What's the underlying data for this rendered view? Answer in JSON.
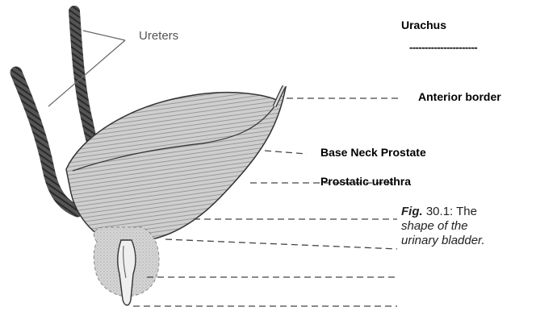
{
  "labels": {
    "ureters": "Ureters",
    "urachus": "Urachus",
    "urachus_dashes": "----------------------",
    "anterior_border": "Anterior border",
    "base_neck_prostate": "Base Neck Prostate",
    "prostatic_urethra": "Prostatic urethra"
  },
  "caption": {
    "fig_label": "Fig.",
    "number": "30.1:",
    "line1_tail": "The",
    "line2": "shape of the",
    "line3": "urinary bladder."
  },
  "colors": {
    "tissue": "#c9c9c9",
    "outline": "#333333",
    "leader": "#444444"
  }
}
